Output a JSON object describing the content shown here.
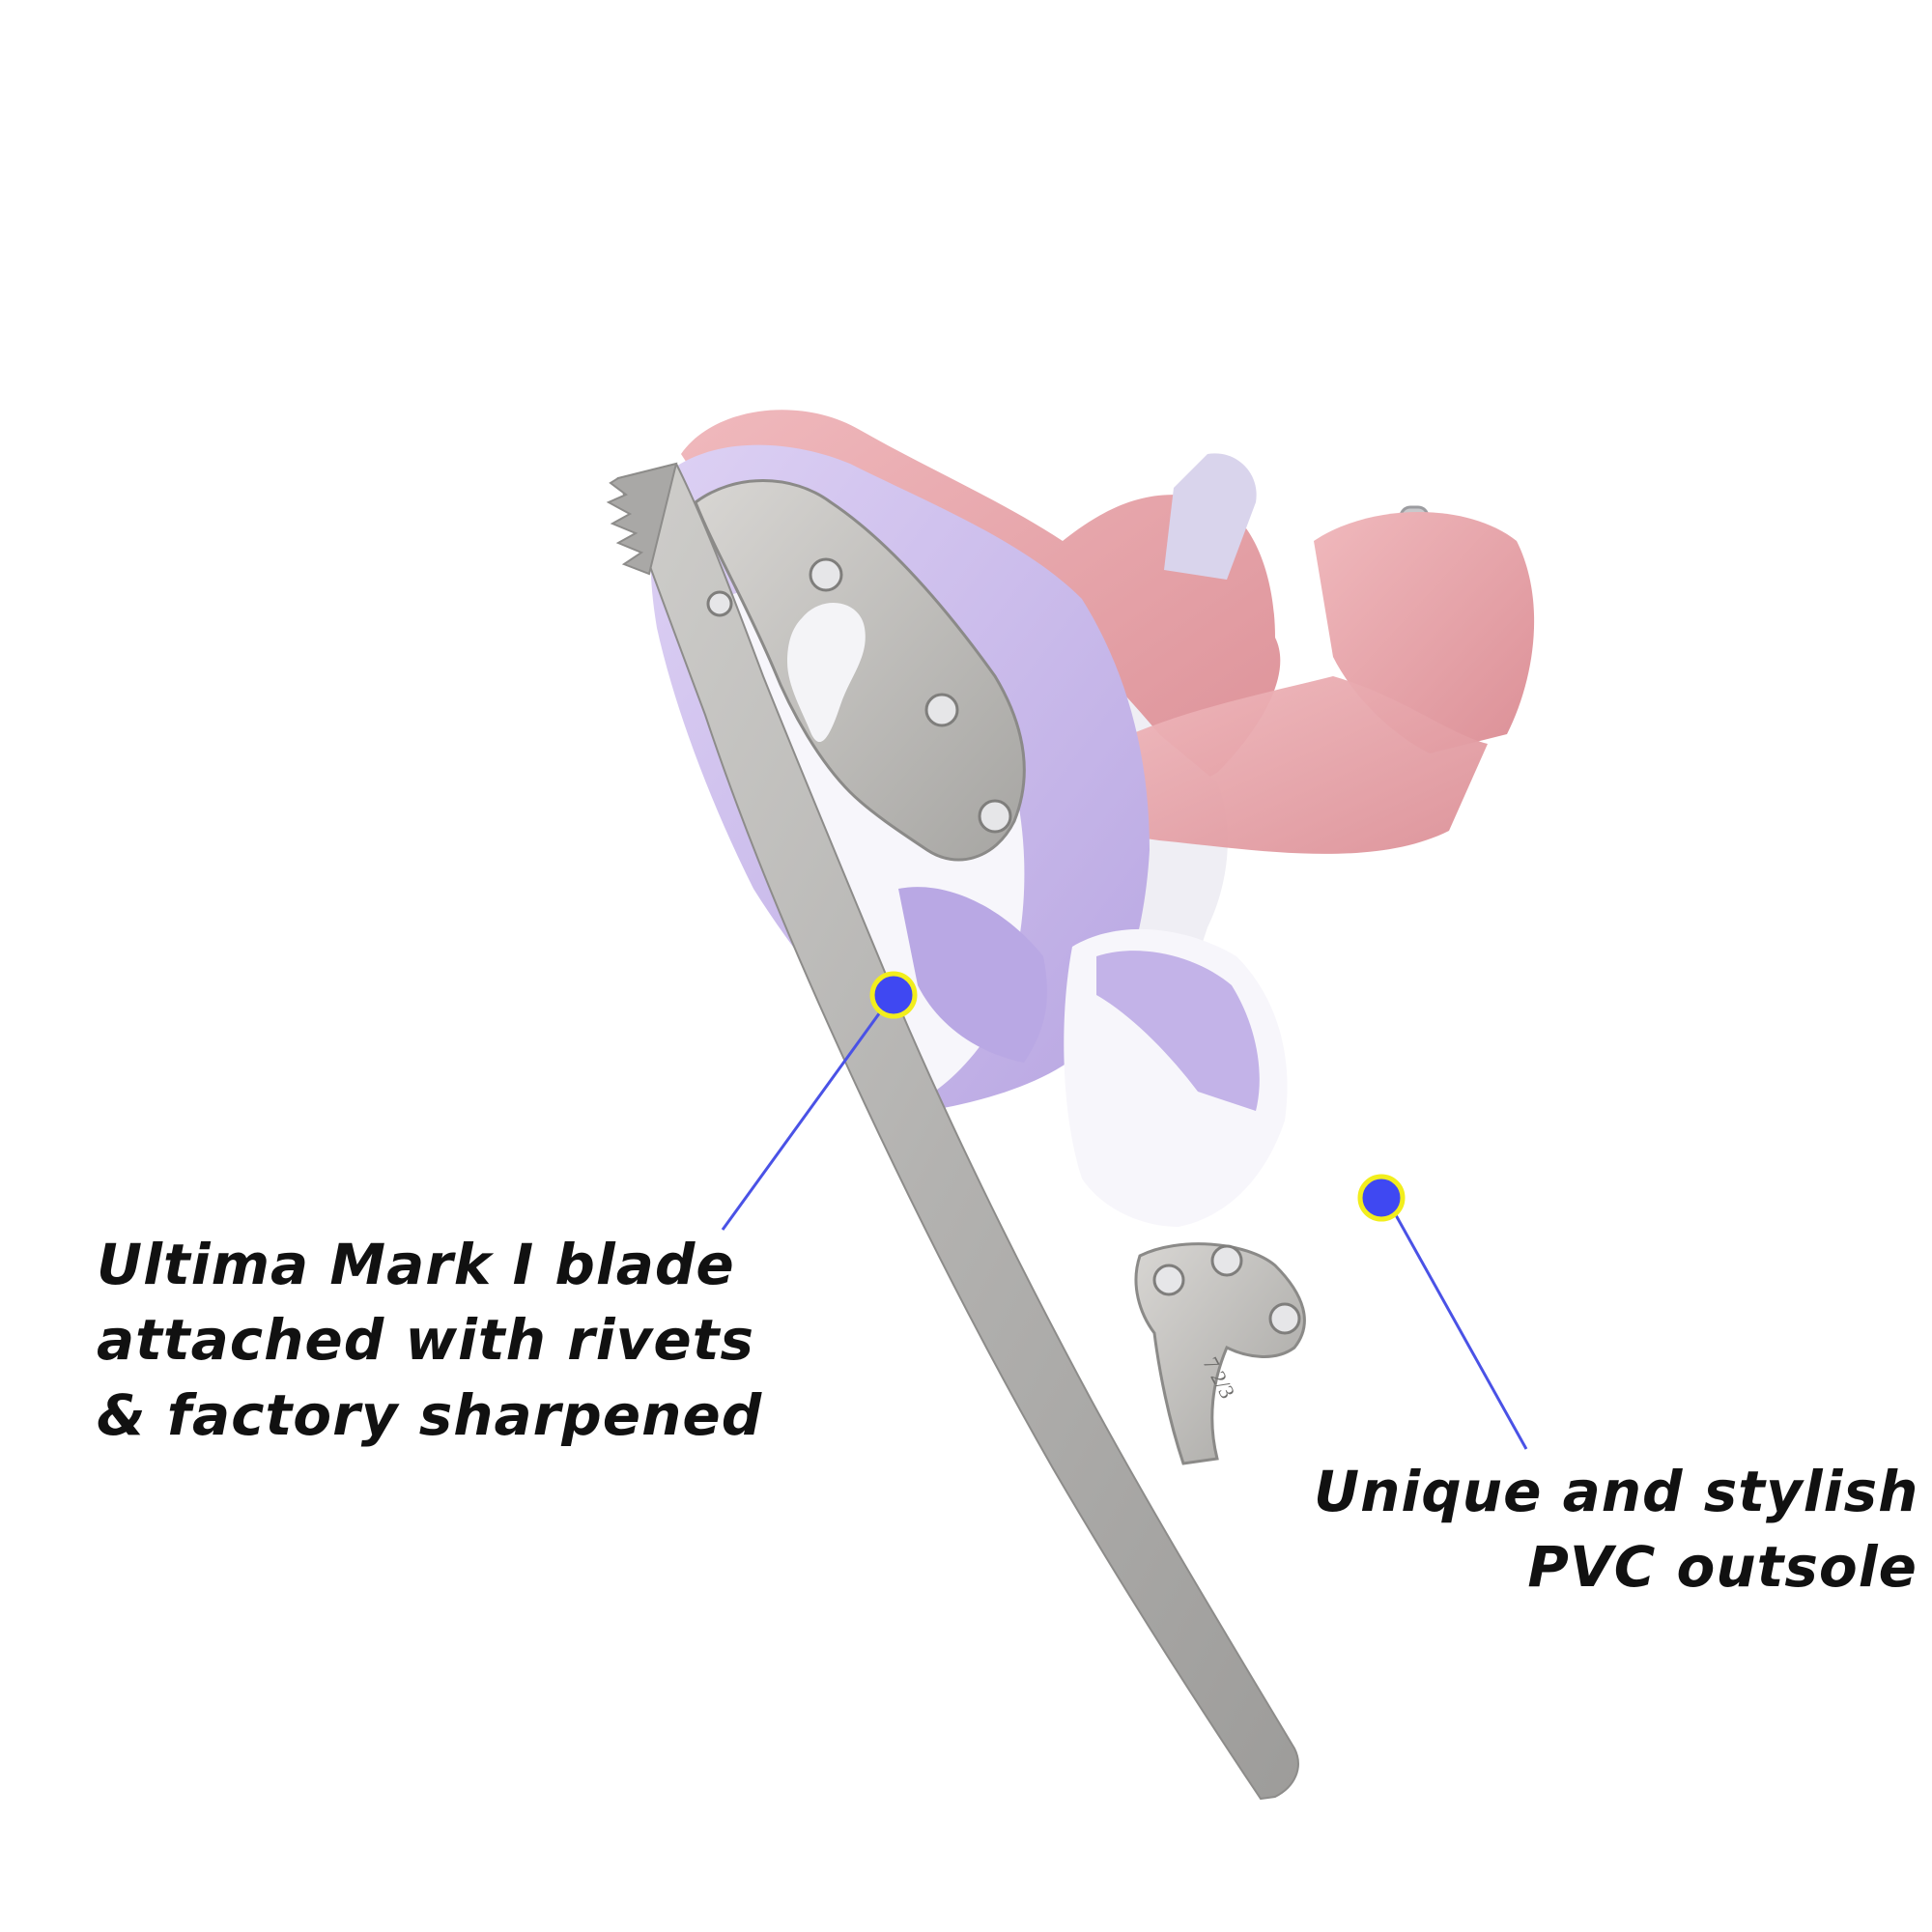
{
  "callouts": {
    "blade": {
      "lines": [
        "Ultima Mark I blade",
        "attached with rivets",
        "& factory sharpened"
      ]
    },
    "outsole": {
      "lines": [
        "Unique and stylish",
        "PVC outsole"
      ]
    }
  },
  "blade_size_mark": "7 2/3",
  "colors": {
    "marker_fill": "#3f48f2",
    "marker_ring": "#f2ee1d",
    "leader_line": "#4a52e6",
    "boot_pink": "#e8a3a8",
    "boot_lavender": "#c9b9ea",
    "boot_white": "#f1f0f6",
    "blade_steel": "#b4b3b1",
    "text": "#111111"
  },
  "product": {
    "image": "pink-and-lavender-figure-skate-photo",
    "icons": [
      "callout-marker-icon"
    ]
  }
}
